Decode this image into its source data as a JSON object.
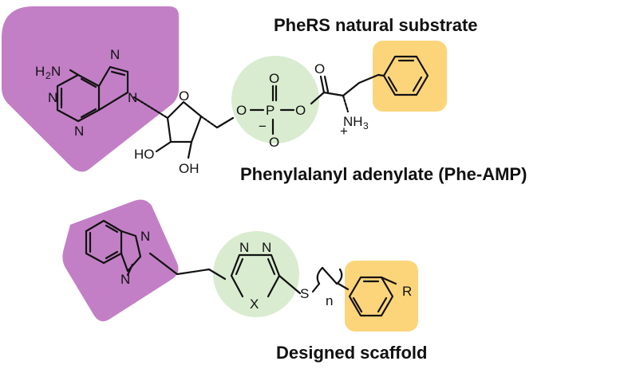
{
  "captions": {
    "natural_substrate": "PheRS natural substrate",
    "adenylate": "Phenylalanyl adenylate (Phe-AMP)",
    "scaffold": "Designed scaffold"
  },
  "colors": {
    "purine_region": "#c27fc6",
    "linker_region": "#d9ecd0",
    "aryl_region": "#fcd57b",
    "ink": "#111111"
  },
  "phe_amp_atoms": {
    "h2n": "H",
    "h2n_sub": "2",
    "h2n_n": "N",
    "n_top": "N",
    "n_right": "N",
    "n_left": "N",
    "n_bottom": "N",
    "ring_o": "O",
    "o_ester": "O",
    "o_link": "O",
    "p": "P",
    "p_o_up": "O",
    "p_o_down": "O",
    "minus": "−",
    "carbonyl_o": "O",
    "nh3": "NH",
    "nh3_sub": "3",
    "plus": "+",
    "ho_left": "HO",
    "oh_right": "OH"
  },
  "scaffold_atoms": {
    "n_benz_top": "N",
    "n_benz_bottom": "N",
    "n1": "N",
    "n2": "N",
    "x": "X",
    "s": "S",
    "n_sub": "n",
    "r": "R"
  }
}
